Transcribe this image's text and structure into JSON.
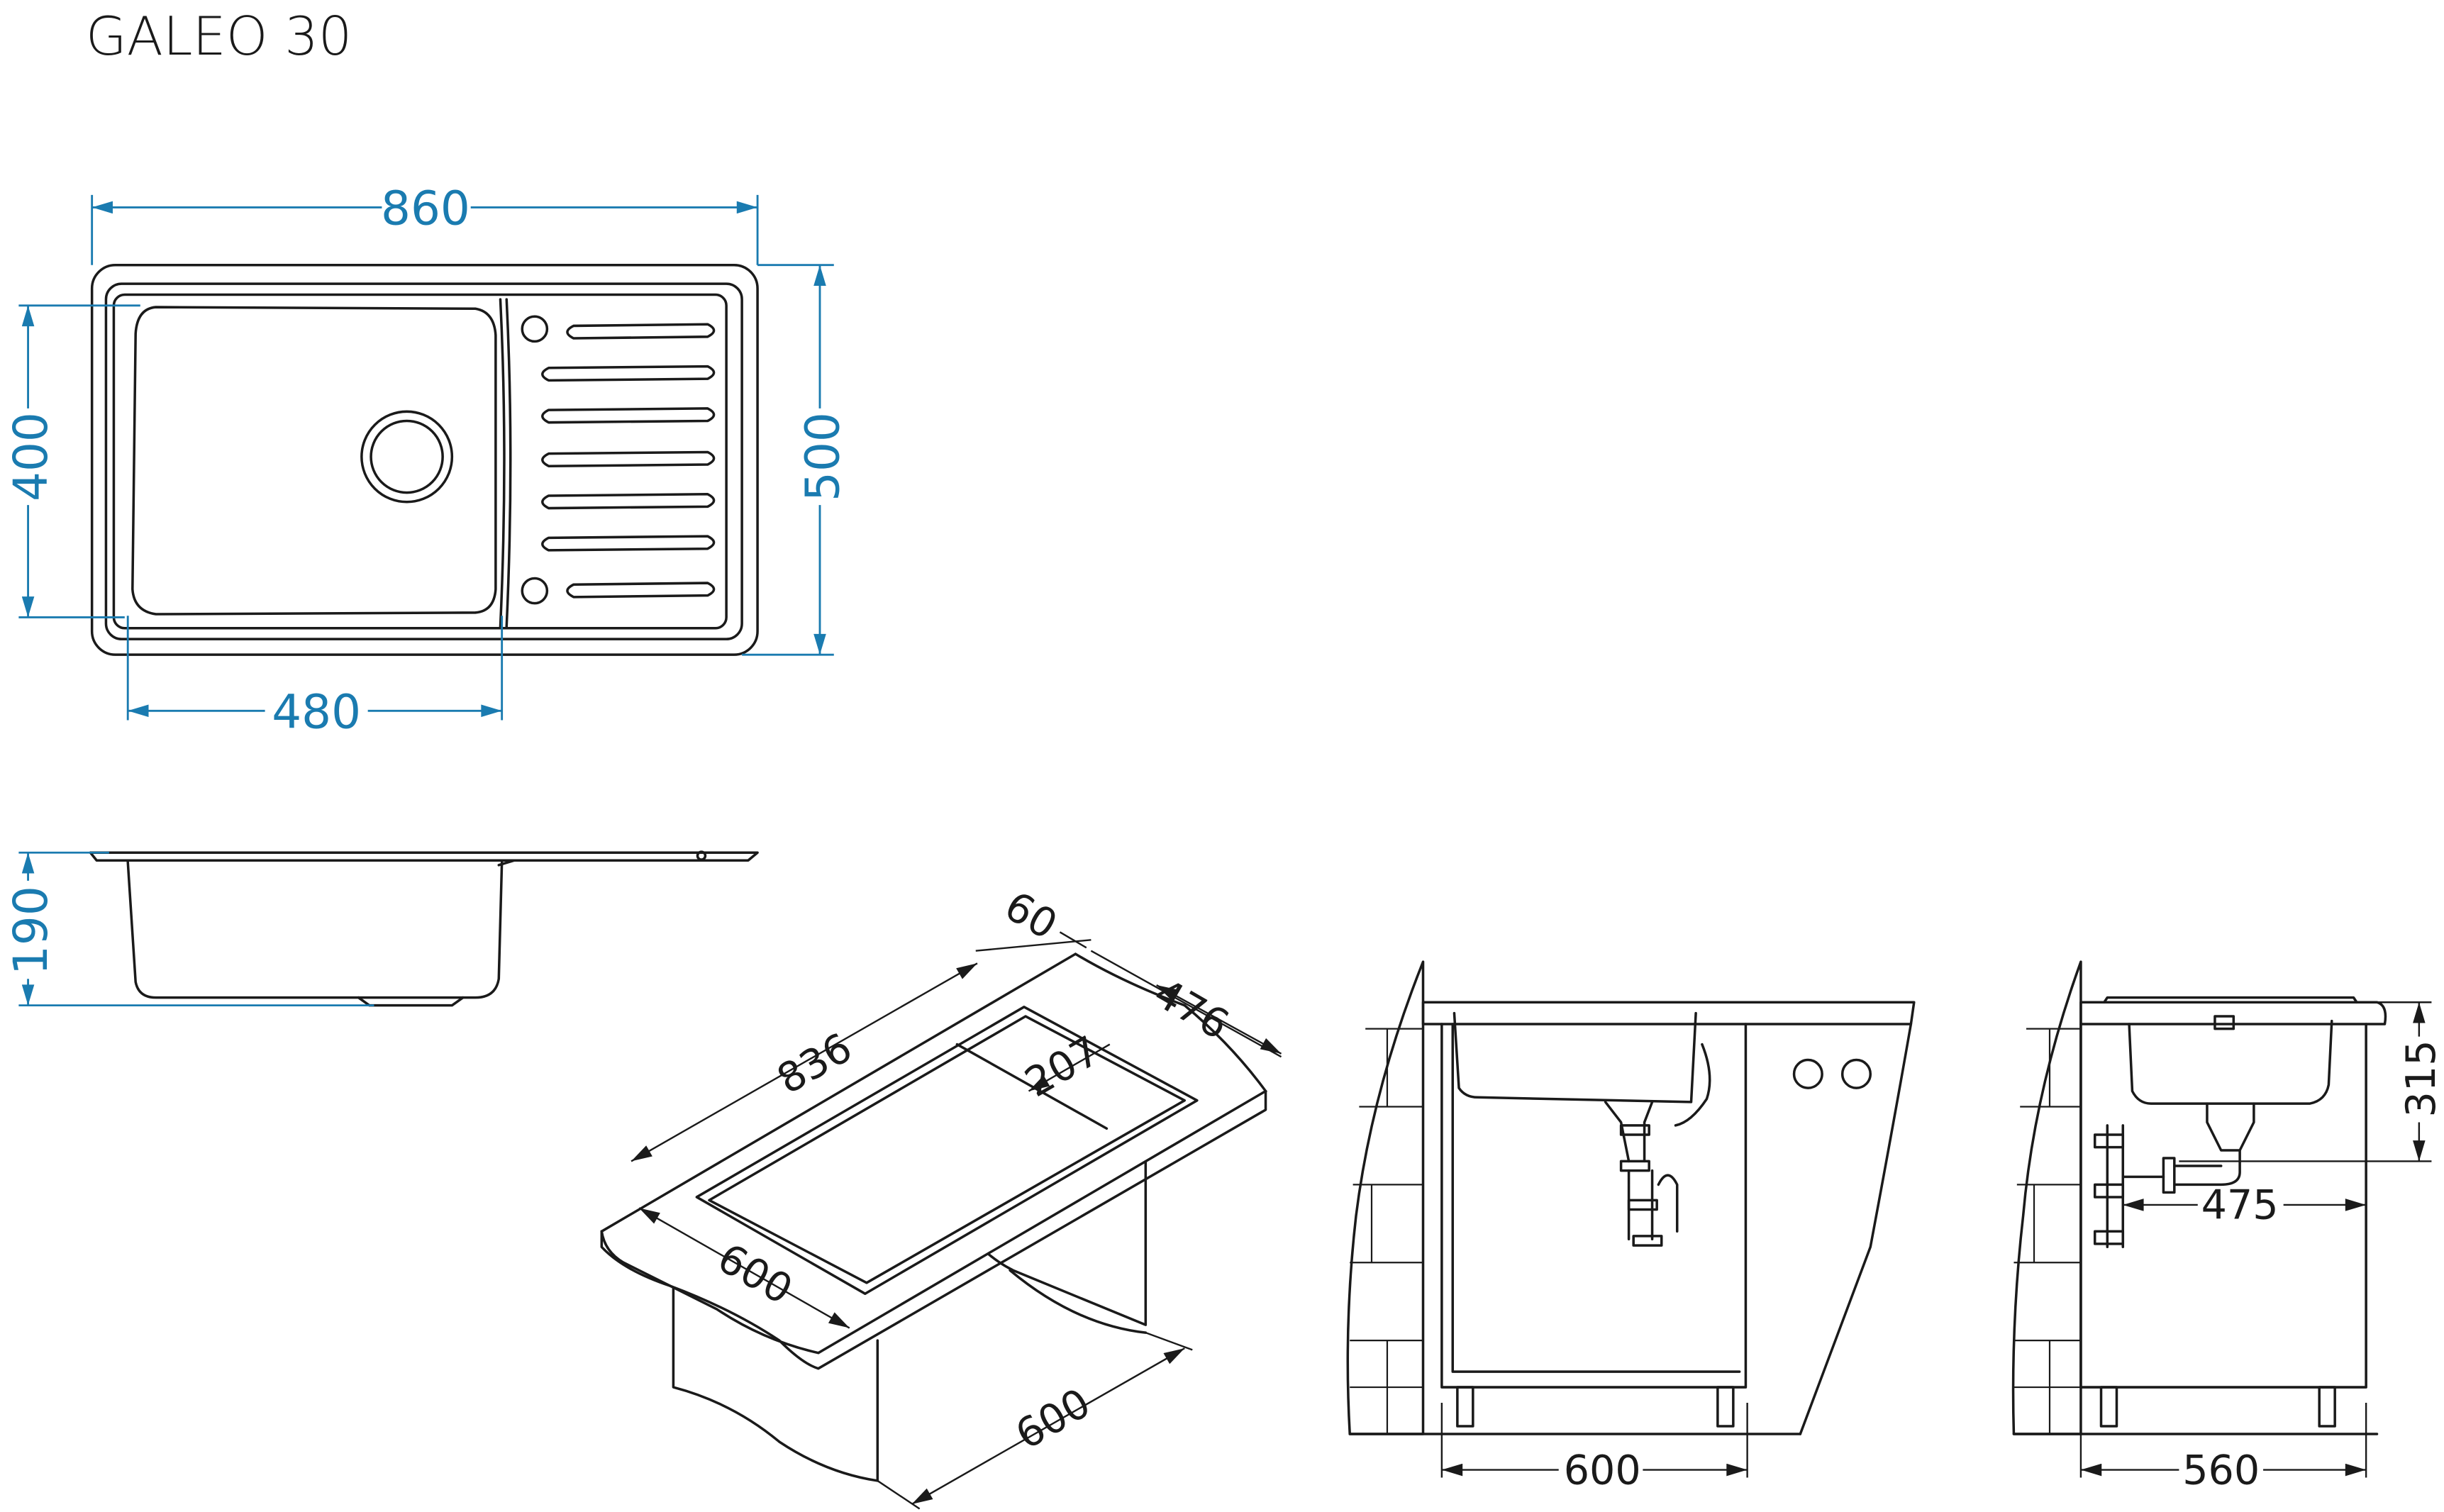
{
  "title": "GALEO 30",
  "top_view": {
    "width": "860",
    "depth": "500",
    "bowl_depth": "400",
    "bowl_width": "480"
  },
  "side_view": {
    "height": "190"
  },
  "isometric": {
    "length": "836",
    "rim": "60",
    "depth": "476",
    "drainer": "207",
    "cabinet_front": "600",
    "cabinet_side": "600"
  },
  "front_install": {
    "cabinet_width": "600"
  },
  "side_install": {
    "drain_depth": "315",
    "outlet_distance": "475",
    "cabinet_depth": "560"
  },
  "colors": {
    "dimension": "#1a7bb0",
    "line": "#1a1a1a"
  }
}
